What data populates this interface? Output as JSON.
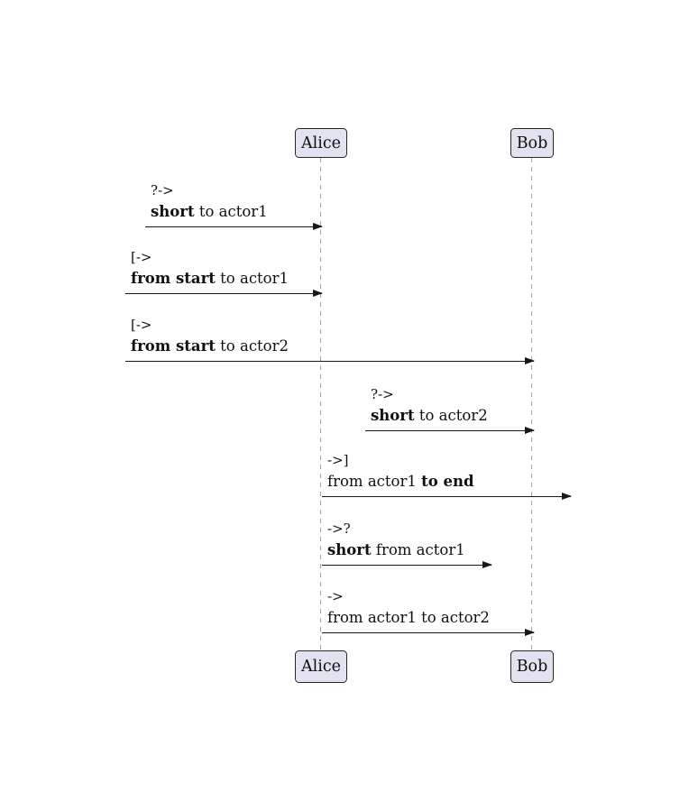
{
  "diagram": {
    "type": "sequence-diagram",
    "actors": [
      {
        "name": "Alice"
      },
      {
        "name": "Bob"
      }
    ],
    "messages": [
      {
        "operator": "?->",
        "label_pre": "",
        "label_bold": "short",
        "label_post": " to actor1",
        "from": "short-incoming-left",
        "to": "Alice"
      },
      {
        "operator": "[->",
        "label_pre": "",
        "label_bold": "from start",
        "label_post": " to actor1",
        "from": "left-edge",
        "to": "Alice"
      },
      {
        "operator": "[->",
        "label_pre": "",
        "label_bold": "from start",
        "label_post": " to actor2",
        "from": "left-edge",
        "to": "Bob"
      },
      {
        "operator": "?->",
        "label_pre": "",
        "label_bold": "short",
        "label_post": " to actor2",
        "from": "short-incoming",
        "to": "Bob"
      },
      {
        "operator": "->]",
        "label_pre": "from actor1 ",
        "label_bold": "to end",
        "label_post": "",
        "from": "Alice",
        "to": "right-edge"
      },
      {
        "operator": "->?",
        "label_pre": "",
        "label_bold": "short",
        "label_post": " from actor1",
        "from": "Alice",
        "to": "short-outgoing"
      },
      {
        "operator": "->",
        "label_pre": "from actor1 to actor2",
        "label_bold": "",
        "label_post": "",
        "from": "Alice",
        "to": "Bob"
      }
    ]
  },
  "colors": {
    "background": "#FFFFFF",
    "actor_fill": "#E2E2F0",
    "actor_border": "#24282D",
    "lifeline": "#A0A0A8",
    "arrow": "#181818",
    "text": "#101010"
  }
}
